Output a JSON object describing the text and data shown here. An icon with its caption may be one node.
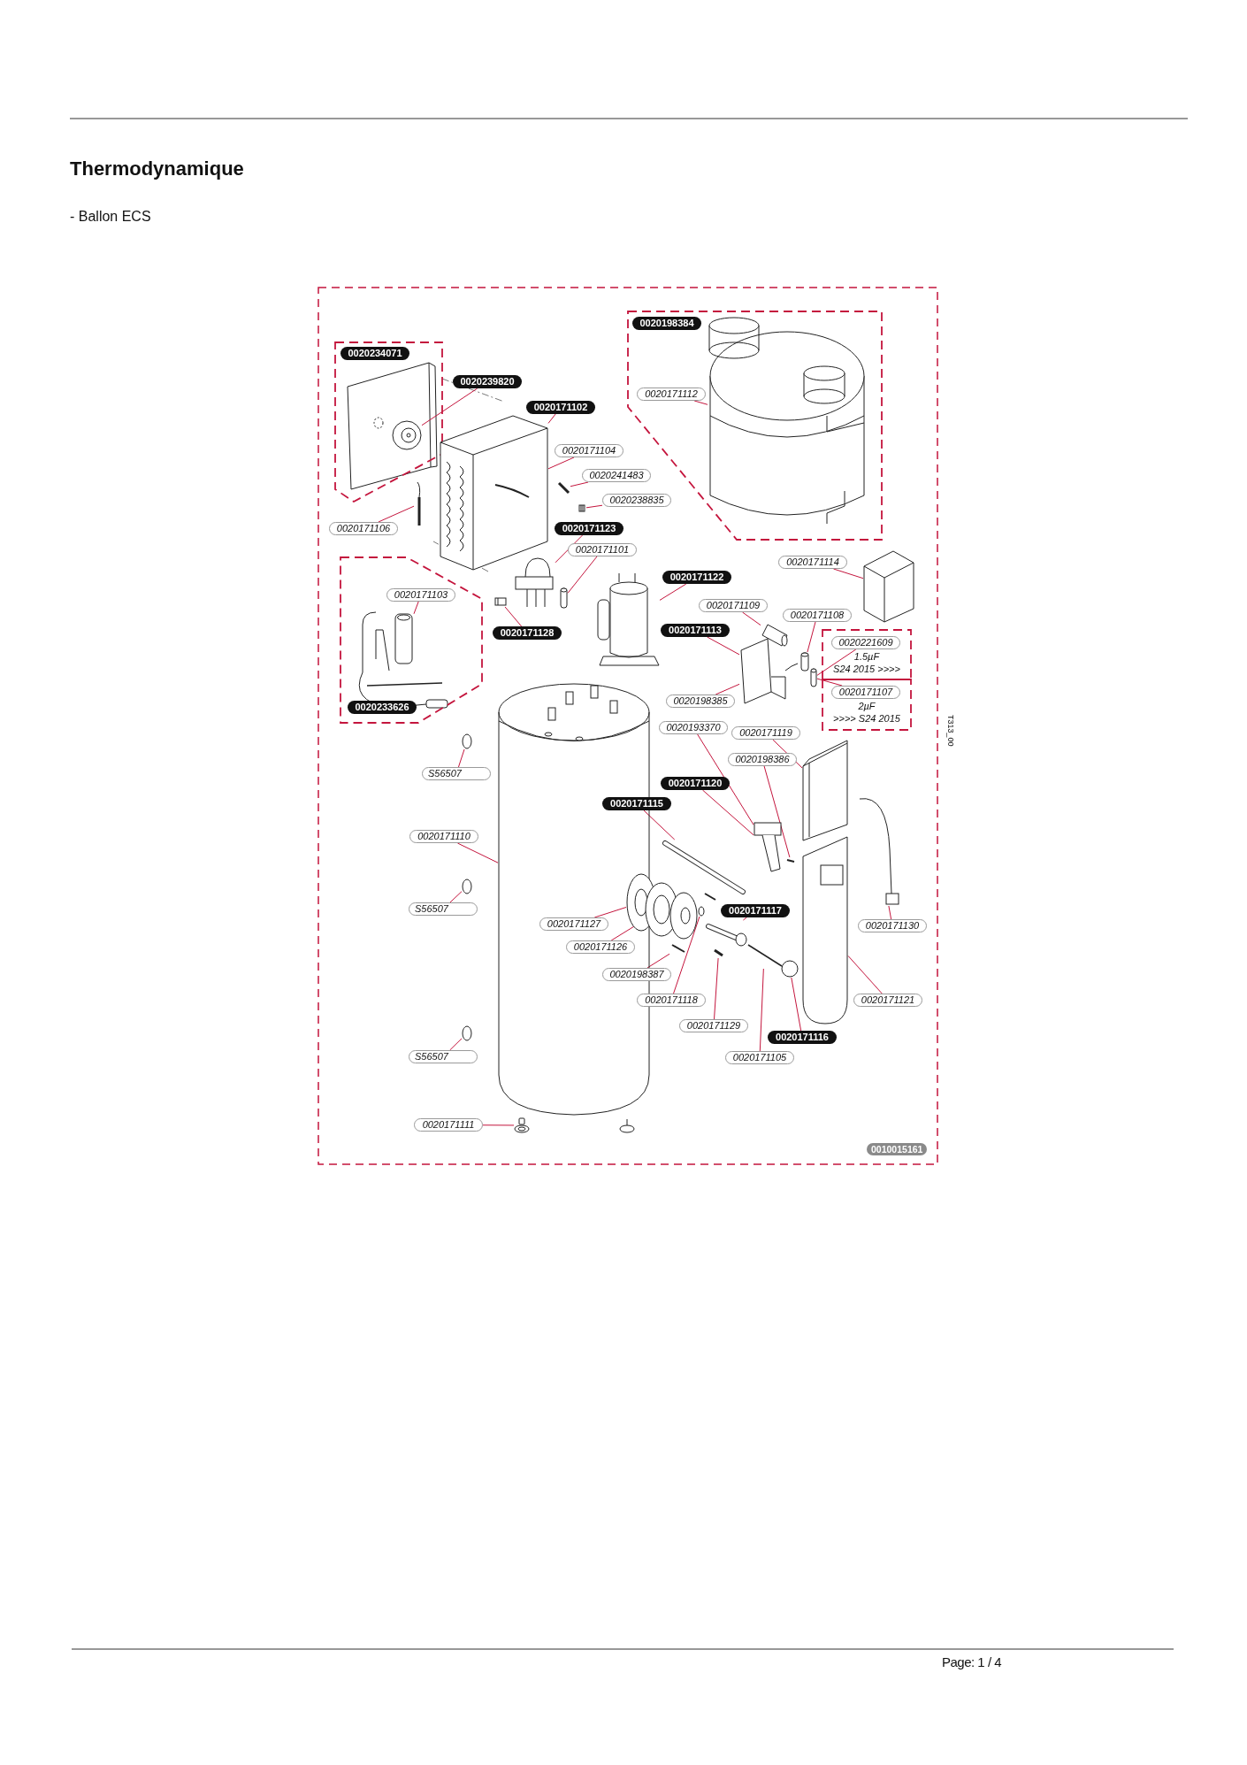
{
  "diagram": {
    "title": "Thermodynamique",
    "nodes": [
      {
        "text": [
          "0020234071"
        ]
      },
      {
        "text": [
          "0020239820"
        ]
      },
      {
        "text": [
          "0020171102"
        ]
      },
      {
        "text": [
          "0020171104"
        ]
      },
      {
        "text": [
          "0020241483"
        ]
      },
      {
        "text": [
          "0020238835"
        ]
      },
      {
        "text": [
          "0020171106"
        ]
      },
      {
        "text": [
          "0020171123"
        ]
      },
      {
        "text": [
          "0020171101"
        ]
      },
      {
        "text": [
          "0020233626"
        ]
      },
      {
        "text": [
          "0020171103"
        ],
        "in": 9
      },
      {
        "text": [
          "0020171128"
        ]
      },
      {
        "text": [
          "0020198384"
        ]
      },
      {
        "text": [
          "0020171112"
        ],
        "in": 12
      },
      {
        "text": [
          "0020171114"
        ]
      },
      {
        "text": [
          "0020171122"
        ]
      },
      {
        "text": [
          "0020171109"
        ]
      },
      {
        "text": [
          "0020171108"
        ]
      },
      {
        "text": [
          "0020171113"
        ]
      },
      {
        "text": [
          "1.5µF",
          "S24 2015 >>>>"
        ]
      },
      {
        "text": [
          "0020221609"
        ],
        "in": 19
      },
      {
        "text": [
          "2µF",
          ">>>> S24 2015"
        ]
      },
      {
        "text": [
          "0020171107"
        ],
        "in": 21
      },
      {
        "text": [
          "0020198385"
        ]
      },
      {
        "text": [
          "0020193370"
        ]
      },
      {
        "text": [
          "0020171119"
        ]
      },
      {
        "text": [
          "0020198386"
        ]
      },
      {
        "text": [
          "0020171120"
        ]
      },
      {
        "text": [
          "0020171115"
        ]
      },
      {
        "text": [
          "S56507"
        ]
      },
      {
        "text": [
          "0020171110"
        ]
      },
      {
        "text": [
          "S56507"
        ]
      },
      {
        "text": [
          "0020171127"
        ],
        "in": 66
      },
      {
        "text": [
          "0020171126"
        ],
        "in": 66
      },
      {
        "text": [
          "0020171117"
        ]
      },
      {
        "text": [
          "0020171130"
        ]
      },
      {
        "text": [
          "0020198387"
        ]
      },
      {
        "text": [
          "0020171118"
        ]
      },
      {
        "text": [
          "0020171121"
        ]
      },
      {
        "text": [
          "0020171129"
        ]
      },
      {
        "text": [
          "0020171116"
        ]
      },
      {
        "text": [
          "0020171105"
        ]
      },
      {
        "text": [
          "S56507"
        ]
      },
      {
        "text": [
          "0020171111"
        ]
      },
      {
        "text": [],
        "shape": "picture",
        "in": 0
      },
      {
        "text": [],
        "shape": "picture"
      },
      {
        "text": [],
        "shape": "picture"
      },
      {
        "text": [],
        "shape": "picture"
      },
      {
        "text": [],
        "shape": "picture"
      },
      {
        "text": [],
        "shape": "cylinder"
      },
      {
        "text": [],
        "shape": "cylinder"
      },
      {
        "text": [],
        "shape": "picture",
        "in": 9
      },
      {
        "text": [],
        "shape": "picture"
      },
      {
        "text": [],
        "shape": "picture"
      },
      {
        "text": [],
        "shape": "cylinder"
      },
      {
        "text": [],
        "shape": "picture"
      },
      {
        "text": [],
        "shape": "picture"
      },
      {
        "text": [],
        "shape": "picture",
        "in": 12
      },
      {
        "text": [],
        "shape": "picture"
      },
      {
        "text": [],
        "shape": "picture"
      },
      {
        "text": [],
        "shape": "picture"
      },
      {
        "text": [],
        "shape": "picture"
      },
      {
        "text": [],
        "shape": "picture"
      },
      {
        "text": [],
        "shape": "picture"
      },
      {
        "text": [],
        "shape": "picture"
      },
      {
        "text": [],
        "shape": "circle"
      },
      {
        "text": [],
        "shape": "picture"
      },
      {
        "text": [],
        "shape": "circle"
      },
      {
        "text": [],
        "shape": "picture"
      },
      {
        "text": [],
        "shape": "picture"
      },
      {
        "text": [],
        "shape": "picture"
      },
      {
        "text": [],
        "shape": "picture"
      },
      {
        "text": [],
        "shape": "picture"
      },
      {
        "text": [],
        "shape": "picture"
      },
      {
        "text": [],
        "shape": "circle"
      },
      {
        "text": [],
        "shape": "picture"
      },
      {
        "text": [],
        "shape": "circle"
      },
      {
        "text": [],
        "shape": "picture"
      },
      {
        "text": [],
        "shape": "circle"
      },
      {
        "text": [],
        "shape": "picture"
      }
    ],
    "edges": [
      {
        "from": 1,
        "to": 44,
        "arrow": "none"
      },
      {
        "from": 2,
        "to": 45,
        "arrow": "none"
      },
      {
        "from": 3,
        "to": 45,
        "arrow": "none"
      },
      {
        "from": 4,
        "to": 52,
        "arrow": "none"
      },
      {
        "from": 5,
        "to": 46,
        "arrow": "none"
      },
      {
        "from": 6,
        "to": 56,
        "arrow": "none"
      },
      {
        "from": 7,
        "to": 53,
        "arrow": "none"
      },
      {
        "from": 8,
        "to": 54,
        "arrow": "none"
      },
      {
        "from": 10,
        "to": 51,
        "arrow": "none"
      },
      {
        "from": 11,
        "to": 47,
        "arrow": "none"
      },
      {
        "from": 13,
        "to": 57,
        "arrow": "none"
      },
      {
        "from": 14,
        "to": 55,
        "arrow": "none"
      },
      {
        "from": 15,
        "to": 58,
        "arrow": "none"
      },
      {
        "from": 16,
        "to": 48,
        "arrow": "none"
      },
      {
        "from": 17,
        "to": 49,
        "arrow": "none"
      },
      {
        "from": 18,
        "to": 59,
        "arrow": "none"
      },
      {
        "from": 20,
        "to": 50,
        "arrow": "none"
      },
      {
        "from": 22,
        "to": 50,
        "arrow": "none"
      },
      {
        "from": 23,
        "to": 59,
        "arrow": "none"
      },
      {
        "from": 24,
        "to": 62,
        "arrow": "none"
      },
      {
        "from": 25,
        "to": 60,
        "arrow": "none"
      },
      {
        "from": 26,
        "to": 63,
        "arrow": "none"
      },
      {
        "from": 27,
        "to": 62,
        "arrow": "none"
      },
      {
        "from": 28,
        "to": 64,
        "arrow": "none"
      },
      {
        "from": 29,
        "to": 65,
        "arrow": "none"
      },
      {
        "from": 30,
        "to": 66,
        "arrow": "none"
      },
      {
        "from": 31,
        "to": 67,
        "arrow": "none"
      },
      {
        "from": 32,
        "to": 68,
        "arrow": "none"
      },
      {
        "from": 33,
        "to": 69,
        "arrow": "none"
      },
      {
        "from": 34,
        "to": 71,
        "arrow": "none"
      },
      {
        "from": 35,
        "to": 72,
        "arrow": "none"
      },
      {
        "from": 36,
        "to": 73,
        "arrow": "none"
      },
      {
        "from": 37,
        "to": 74,
        "arrow": "none"
      },
      {
        "from": 38,
        "to": 61,
        "arrow": "none"
      },
      {
        "from": 39,
        "to": 75,
        "arrow": "none"
      },
      {
        "from": 40,
        "to": 76,
        "arrow": "none"
      },
      {
        "from": 41,
        "to": 77,
        "arrow": "none"
      },
      {
        "from": 42,
        "to": 78,
        "arrow": "none"
      },
      {
        "from": 43,
        "to": 79,
        "arrow": "none"
      }
    ],
    "labels": [
      "- Ballon ECS",
      "T313_00",
      "0010015161",
      "Page: 1 / 4"
    ]
  }
}
